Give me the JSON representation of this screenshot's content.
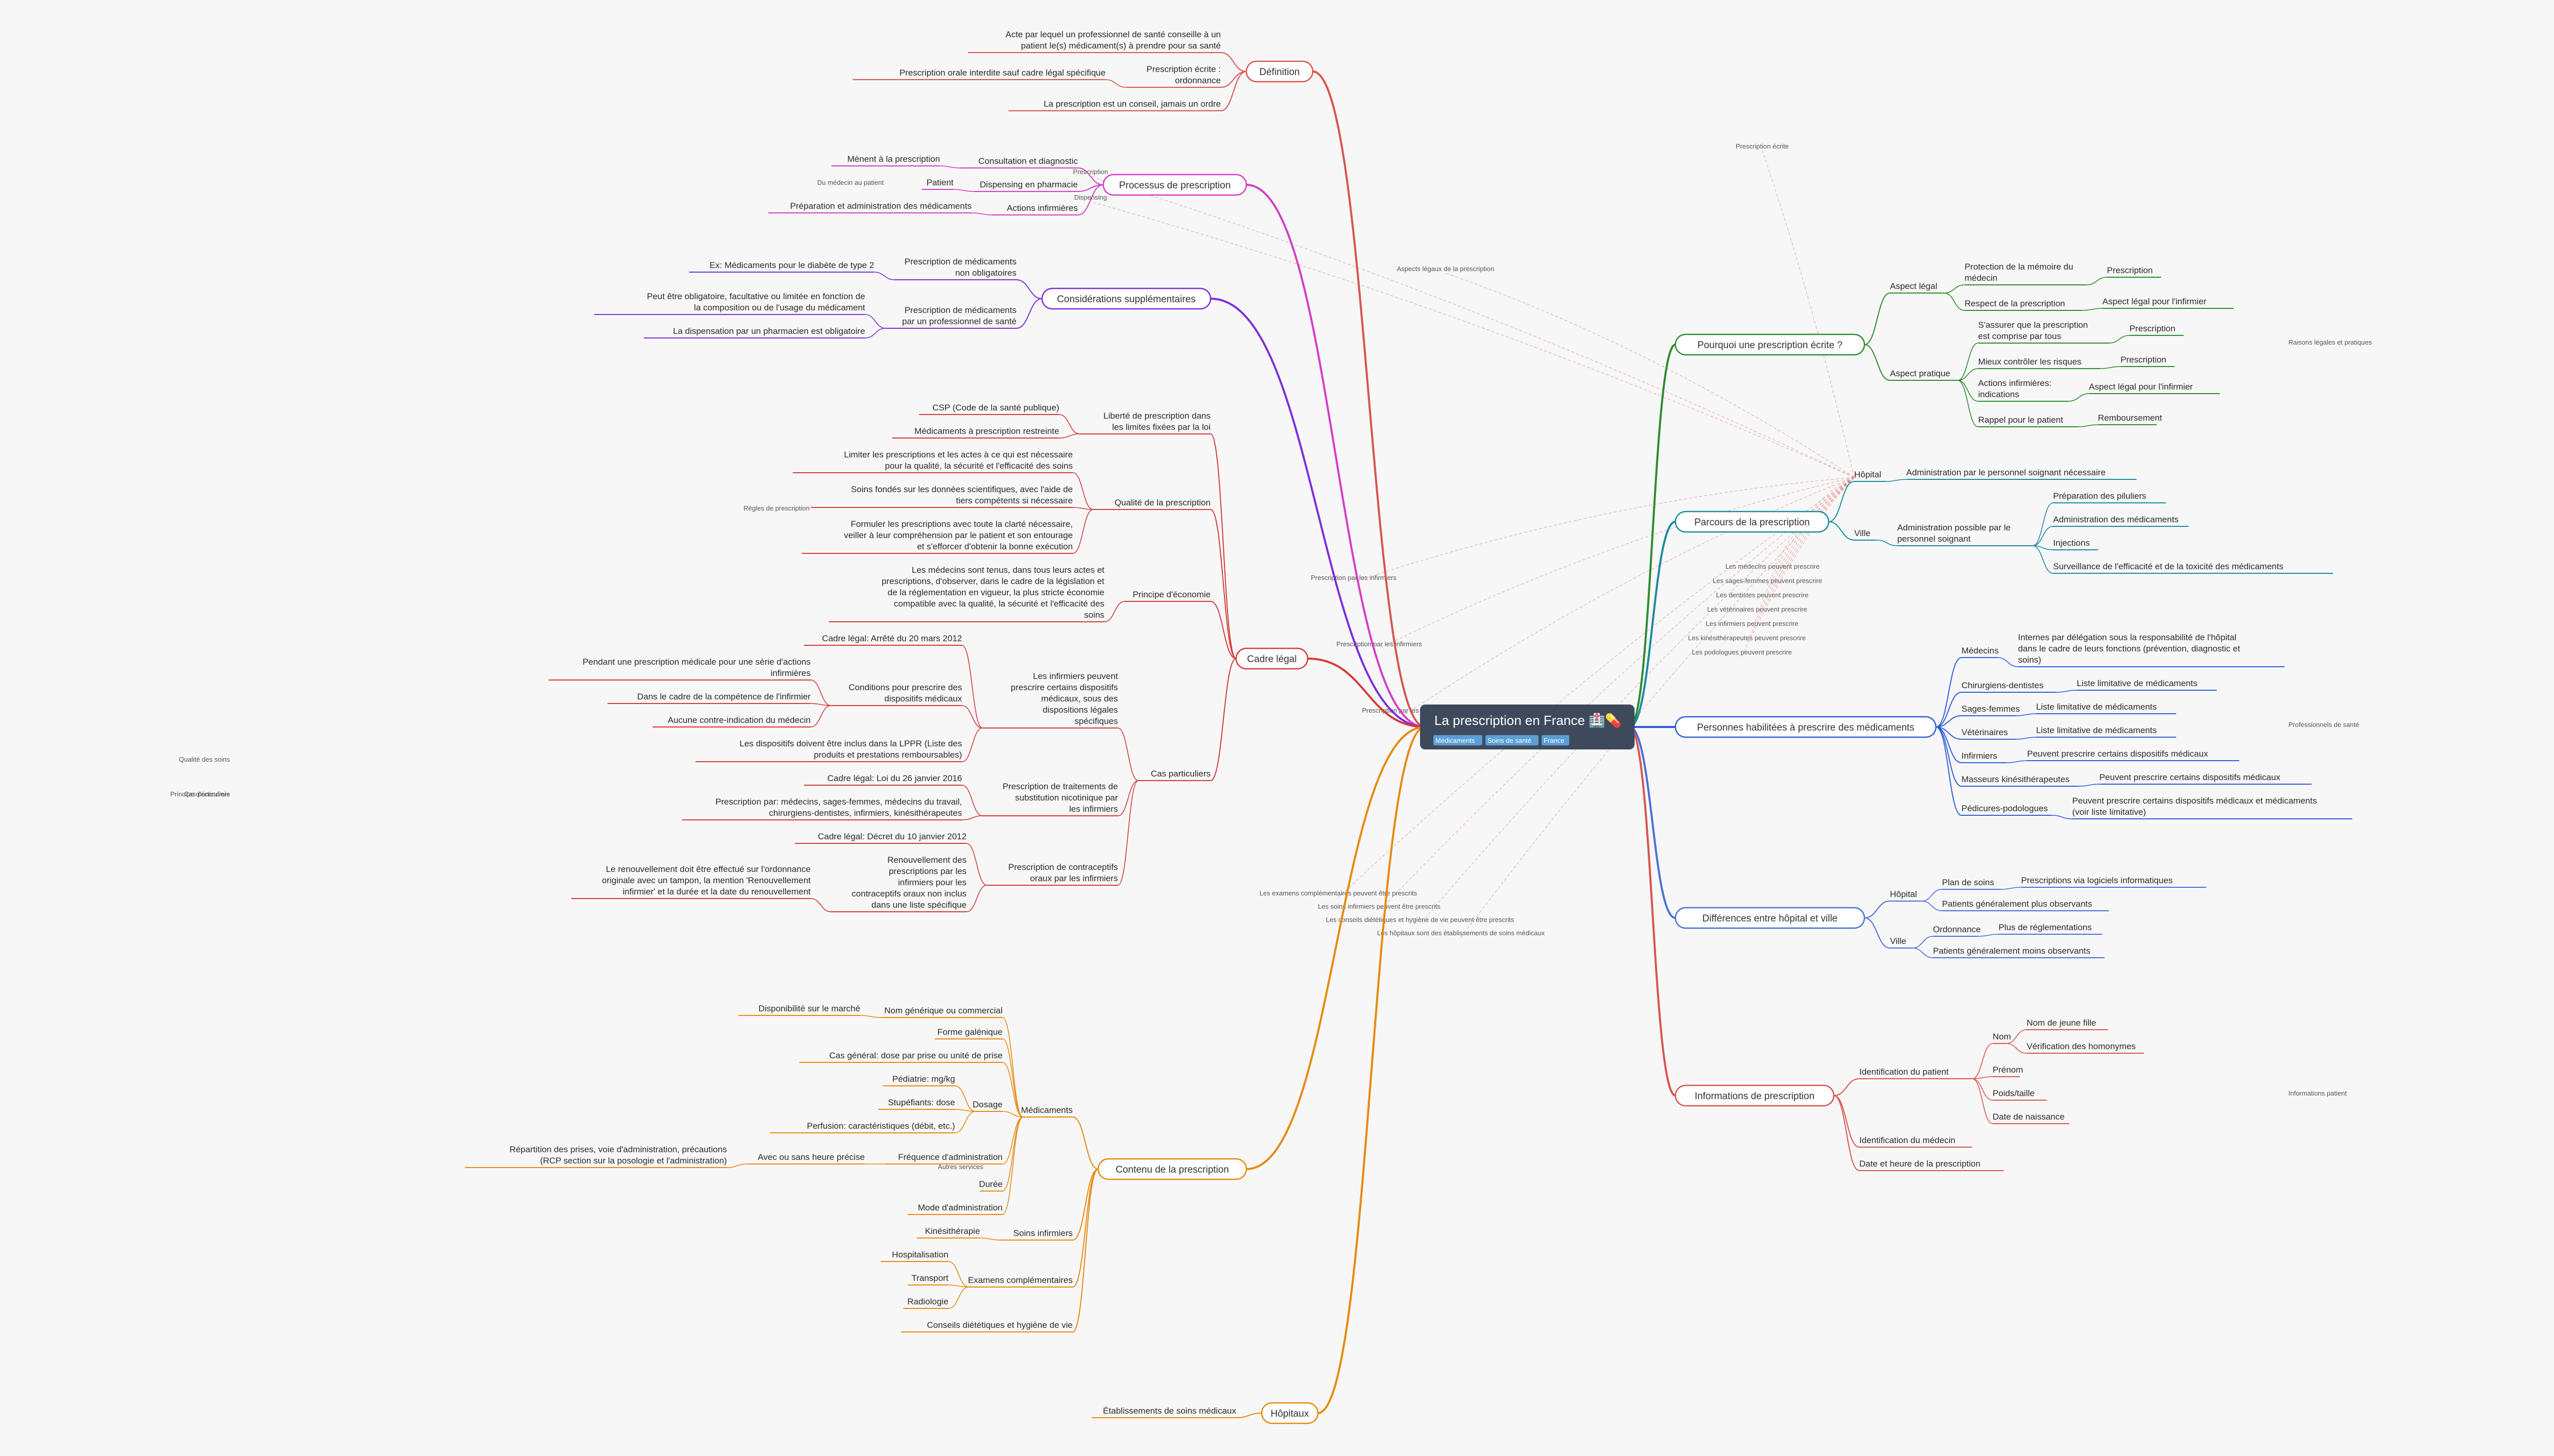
{
  "root": {
    "title": "La prescription en France 🏥💊",
    "tags": [
      "Médicaments",
      "Soins de santé",
      "France"
    ]
  },
  "colors": {
    "definition": "#d9534f",
    "processus": "#d63cc7",
    "considerations": "#7b2fd6",
    "cadre": "#d33a3a",
    "contenu": "#e8890c",
    "hopitaux": "#e8890c",
    "pourquoi": "#2e8b2e",
    "parcours": "#1a8aa0",
    "personnes": "#2f5ed6",
    "differences": "#4a6fd6",
    "informations": "#d9534f",
    "link": "#e06a6a"
  },
  "branches": [
    {
      "id": "definition",
      "label": "Définition",
      "children": [
        {
          "label": "Acte par lequel un professionnel de santé conseille à un patient le(s) médicament(s) à prendre pour sa santé"
        },
        {
          "label": "Prescription écrite : ordonnance",
          "children": [
            {
              "label": "Prescription orale interdite sauf cadre légal spécifique"
            }
          ]
        },
        {
          "label": "La prescription est un conseil, jamais un ordre"
        }
      ]
    },
    {
      "id": "processus",
      "label": "Processus de prescription",
      "summary": "Du médecin au patient",
      "children": [
        {
          "label": "Consultation et diagnostic",
          "children": [
            {
              "label": "Mènent à la prescription"
            }
          ]
        },
        {
          "label": "Dispensing en pharmacie",
          "children": [
            {
              "label": "Patient"
            }
          ]
        },
        {
          "label": "Actions infirmières",
          "children": [
            {
              "label": "Préparation et administration des médicaments"
            }
          ]
        }
      ]
    },
    {
      "id": "considerations",
      "label": "Considérations supplémentaires",
      "children": [
        {
          "label": "Prescription de médicaments non obligatoires",
          "children": [
            {
              "label": "Ex: Médicaments pour le diabète de type 2"
            }
          ]
        },
        {
          "label": "Prescription de médicaments par un professionnel de santé",
          "children": [
            {
              "label": "Peut être obligatoire, facultative ou limitée en fonction de la composition ou de l'usage du médicament"
            },
            {
              "label": "La dispensation par un pharmacien est obligatoire"
            }
          ]
        }
      ]
    },
    {
      "id": "cadre",
      "label": "Cadre légal",
      "children": [
        {
          "label": "Liberté de prescription dans les limites fixées par la loi",
          "children": [
            {
              "label": "CSP (Code de la santé publique)"
            },
            {
              "label": "Médicaments à prescription restreinte"
            }
          ]
        },
        {
          "label": "Qualité de la prescription",
          "children": [
            {
              "label": "Limiter les prescriptions et les actes à ce qui est nécessaire pour la qualité, la sécurité et l'efficacité des soins"
            },
            {
              "label": "Soins fondés sur les données scientifiques, avec l'aide de tiers compétents si nécessaire"
            },
            {
              "label": "Formuler les prescriptions avec toute la clarté nécessaire, veiller à leur compréhension par le patient et son entourage et s'efforcer d'obtenir la bonne exécution"
            }
          ]
        },
        {
          "label": "Principe d'économie",
          "children": [
            {
              "label": "Les médecins sont tenus, dans tous leurs actes et prescriptions, d'observer, dans le cadre de la législation et de la réglementation en vigueur, la plus stricte économie compatible avec la qualité, la sécurité et l'efficacité des soins"
            }
          ]
        },
        {
          "label": "Cas particuliers",
          "children": [
            {
              "label": "Les infirmiers peuvent prescrire certains dispositifs médicaux, sous des dispositions légales spécifiques",
              "children": [
                {
                  "label": "Cadre légal: Arrêté du 20 mars 2012"
                },
                {
                  "label": "Conditions pour prescrire des dispositifs médicaux",
                  "children": [
                    {
                      "label": "Pendant une prescription médicale pour une série d'actions infirmières"
                    },
                    {
                      "label": "Dans le cadre de la compétence de l'infirmier"
                    },
                    {
                      "label": "Aucune contre-indication du médecin"
                    }
                  ]
                },
                {
                  "label": "Les dispositifs doivent être inclus dans la LPPR (Liste des produits et prestations remboursables)"
                }
              ]
            },
            {
              "label": "Prescription de traitements de substitution nicotinique par les infirmiers",
              "children": [
                {
                  "label": "Cadre légal: Loi du 26 janvier 2016"
                },
                {
                  "label": "Prescription par: médecins, sages-femmes, médecins du travail, chirurgiens-dentistes, infirmiers, kinésithérapeutes"
                }
              ]
            },
            {
              "label": "Prescription de contraceptifs oraux par les infirmiers",
              "children": [
                {
                  "label": "Cadre légal: Décret du 10 janvier 2012"
                },
                {
                  "label": "Renouvellement des prescriptions par les infirmiers pour les contraceptifs oraux non inclus dans une liste spécifique",
                  "children": [
                    {
                      "label": "Le renouvellement doit être effectué sur l'ordonnance originale avec un tampon, la mention 'Renouvellement infirmier' et la durée et la date du renouvellement"
                    }
                  ]
                }
              ]
            }
          ]
        }
      ]
    },
    {
      "id": "contenu",
      "label": "Contenu de la prescription",
      "summary": "Autres services",
      "children": [
        {
          "label": "Médicaments",
          "children": [
            {
              "label": "Nom générique ou commercial",
              "children": [
                {
                  "label": "Disponibilité sur le marché"
                }
              ]
            },
            {
              "label": "Forme galénique"
            },
            {
              "label": "Cas général: dose par prise ou unité de prise"
            },
            {
              "label": "Dosage",
              "children": [
                {
                  "label": "Pédiatrie: mg/kg"
                },
                {
                  "label": "Stupéfiants: dose"
                },
                {
                  "label": "Perfusion: caractéristiques (débit, etc.)"
                }
              ]
            },
            {
              "label": "Fréquence d'administration",
              "children": [
                {
                  "label": "Avec ou sans heure précise",
                  "children": [
                    {
                      "label": "Répartition des prises, voie d'administration, précautions (RCP section sur la posologie et l'administration)"
                    }
                  ]
                }
              ]
            },
            {
              "label": "Durée"
            },
            {
              "label": "Mode d'administration"
            }
          ]
        },
        {
          "label": "Soins infirmiers",
          "children": [
            {
              "label": "Kinésithérapie"
            }
          ]
        },
        {
          "label": "Examens complémentaires",
          "children": [
            {
              "label": "Hospitalisation"
            },
            {
              "label": "Transport"
            },
            {
              "label": "Radiologie"
            }
          ]
        },
        {
          "label": "Conseils diététiques et hygiène de vie"
        }
      ]
    },
    {
      "id": "hopitaux",
      "label": "Hôpitaux",
      "children": [
        {
          "label": "Établissements de soins médicaux"
        }
      ]
    },
    {
      "id": "pourquoi",
      "label": "Pourquoi une prescription écrite ?",
      "summary": "Raisons légales et pratiques",
      "children": [
        {
          "label": "Aspect légal",
          "children": [
            {
              "label": "Protection de la mémoire du médecin",
              "children": [
                {
                  "label": "Prescription"
                }
              ]
            },
            {
              "label": "Respect de la prescription",
              "children": [
                {
                  "label": "Aspect légal pour l'infirmier"
                }
              ]
            }
          ]
        },
        {
          "label": "Aspect pratique",
          "children": [
            {
              "label": "S'assurer que la prescription est comprise par tous",
              "children": [
                {
                  "label": "Prescription"
                }
              ]
            },
            {
              "label": "Mieux contrôler les risques",
              "children": [
                {
                  "label": "Prescription"
                }
              ]
            },
            {
              "label": "Actions infirmières: indications",
              "children": [
                {
                  "label": "Aspect légal pour l'infirmier"
                }
              ]
            },
            {
              "label": "Rappel pour le patient",
              "children": [
                {
                  "label": "Remboursement"
                }
              ]
            }
          ]
        }
      ]
    },
    {
      "id": "parcours",
      "label": "Parcours de la prescription",
      "children": [
        {
          "label": "Hôpital",
          "children": [
            {
              "label": "Administration par le personnel soignant nécessaire"
            }
          ]
        },
        {
          "label": "Ville",
          "children": [
            {
              "label": "Administration possible par le personnel soignant",
              "children": [
                {
                  "label": "Préparation des piluliers"
                },
                {
                  "label": "Administration des médicaments"
                },
                {
                  "label": "Injections"
                },
                {
                  "label": "Surveillance de l'efficacité et de la toxicité des médicaments"
                }
              ]
            }
          ]
        }
      ]
    },
    {
      "id": "personnes",
      "label": "Personnes habilitées à prescrire des médicaments",
      "summary": "Professionnels de santé",
      "children": [
        {
          "label": "Médecins",
          "children": [
            {
              "label": "Internes par délégation sous la responsabilité de l'hôpital dans le cadre de leurs fonctions (prévention, diagnostic et soins)"
            }
          ]
        },
        {
          "label": "Chirurgiens-dentistes",
          "children": [
            {
              "label": "Liste limitative de médicaments"
            }
          ]
        },
        {
          "label": "Sages-femmes",
          "children": [
            {
              "label": "Liste limitative de médicaments"
            }
          ]
        },
        {
          "label": "Vétérinaires",
          "children": [
            {
              "label": "Liste limitative de médicaments"
            }
          ]
        },
        {
          "label": "Infirmiers",
          "children": [
            {
              "label": "Peuvent prescrire certains dispositifs médicaux"
            }
          ]
        },
        {
          "label": "Masseurs kinésithérapeutes",
          "children": [
            {
              "label": "Peuvent prescrire certains dispositifs médicaux"
            }
          ]
        },
        {
          "label": "Pédicures-podologues",
          "children": [
            {
              "label": "Peuvent prescrire certains dispositifs médicaux et médicaments (voir liste limitative)"
            }
          ]
        }
      ]
    },
    {
      "id": "differences",
      "label": "Différences entre hôpital et ville",
      "children": [
        {
          "label": "Hôpital",
          "children": [
            {
              "label": "Plan de soins",
              "children": [
                {
                  "label": "Prescriptions via logiciels informatiques"
                }
              ]
            },
            {
              "label": "Patients généralement plus observants"
            }
          ]
        },
        {
          "label": "Ville",
          "children": [
            {
              "label": "Ordonnance",
              "children": [
                {
                  "label": "Plus de réglementations"
                }
              ]
            },
            {
              "label": "Patients généralement moins observants"
            }
          ]
        }
      ]
    },
    {
      "id": "informations",
      "label": "Informations de prescription",
      "summary": "Informations patient",
      "children": [
        {
          "label": "Identification du patient",
          "children": [
            {
              "label": "Nom",
              "children": [
                {
                  "label": "Nom de jeune fille"
                },
                {
                  "label": "Vérification des homonymes"
                }
              ]
            },
            {
              "label": "Prénom"
            },
            {
              "label": "Poids/taille"
            },
            {
              "label": "Date de naissance"
            }
          ]
        },
        {
          "label": "Identification du médecin"
        },
        {
          "label": "Date et heure de la prescription"
        }
      ]
    }
  ],
  "cadre_summaries": [
    "Règles de prescription",
    "Qualité des soins",
    "Principe d'économie",
    "Cas particuliers"
  ],
  "crosslinks": [
    "Prescription écrite",
    "Aspects légaux de la prescription",
    "Prescription par les infirmiers",
    "Prescription par les infirmiers",
    "Prescription par les infirmiers",
    "Les médecins peuvent prescrire",
    "Les sages-femmes peuvent prescrire",
    "Les dentistes peuvent prescrire",
    "Les vétérinaires peuvent prescrire",
    "Les infirmiers peuvent prescrire",
    "Les kinésithérapeutes peuvent prescrire",
    "Les podologues peuvent prescrire",
    "Les examens complémentaires peuvent être prescrits",
    "Les soins infirmiers peuvent être prescrits",
    "Les conseils diététiques et hygiène de vie peuvent être prescrits",
    "Les hôpitaux sont des établissements de soins médicaux",
    "Prescription",
    "Dispensing"
  ]
}
